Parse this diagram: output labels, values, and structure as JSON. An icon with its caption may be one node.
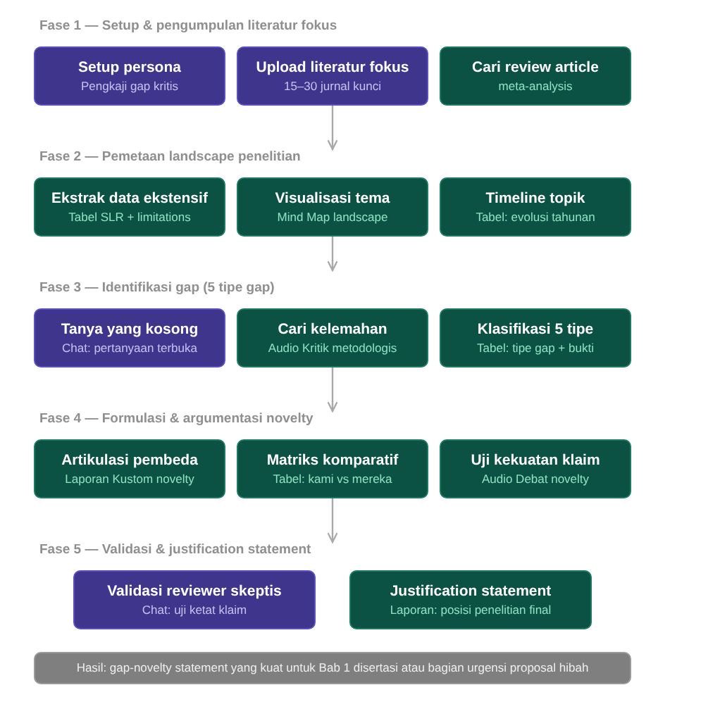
{
  "diagram": {
    "nodes": [
      {
        "text": [
          "Fase 1 — Setup & pengumpulan literatur fokus"
        ]
      },
      {
        "text": [
          "Setup persona",
          "Pengkaji gap kritis"
        ]
      },
      {
        "text": [
          "Upload literatur fokus",
          "15–30 jurnal kunci"
        ]
      },
      {
        "text": [
          "Cari review article",
          "meta-analysis"
        ]
      },
      {
        "text": [
          "Fase 2 — Pemetaan landscape penelitian"
        ]
      },
      {
        "text": [
          "Ekstrak data ekstensif",
          "Tabel SLR + limitations"
        ]
      },
      {
        "text": [
          "Visualisasi tema",
          "Mind Map landscape"
        ]
      },
      {
        "text": [
          "Timeline topik",
          "Tabel: evolusi tahunan"
        ]
      },
      {
        "text": [
          "Fase 3 — Identifikasi gap (5 tipe gap)"
        ]
      },
      {
        "text": [
          "Tanya yang kosong",
          "Chat: pertanyaan terbuka"
        ]
      },
      {
        "text": [
          "Cari kelemahan",
          "Audio Kritik metodologis"
        ]
      },
      {
        "text": [
          "Klasifikasi 5 tipe",
          "Tabel: tipe gap + bukti"
        ]
      },
      {
        "text": [
          "Fase 4 — Formulasi & argumentasi novelty"
        ]
      },
      {
        "text": [
          "Artikulasi pembeda",
          "Laporan Kustom novelty"
        ]
      },
      {
        "text": [
          "Matriks komparatif",
          "Tabel: kami vs mereka"
        ]
      },
      {
        "text": [
          "Uji kekuatan klaim",
          "Audio Debat novelty"
        ]
      },
      {
        "text": [
          "Fase 5 — Validasi & justification statement"
        ]
      },
      {
        "text": [
          "Validasi reviewer skeptis",
          "Chat: uji ketat klaim"
        ]
      },
      {
        "text": [
          "Justification statement",
          "Laporan: posisi penelitian final"
        ]
      },
      {
        "text": [
          "Hasil: gap-novelty statement yang kuat untuk Bab 1 disertasi atau bagian urgensi proposal hibah"
        ]
      }
    ],
    "edges": [
      {
        "from": 2,
        "to": 4,
        "arrow": "to"
      },
      {
        "from": 6,
        "to": null,
        "arrow": "to"
      },
      {
        "from": 10,
        "to": 12,
        "arrow": "to"
      },
      {
        "from": 14,
        "to": 16,
        "arrow": "to"
      }
    ]
  }
}
